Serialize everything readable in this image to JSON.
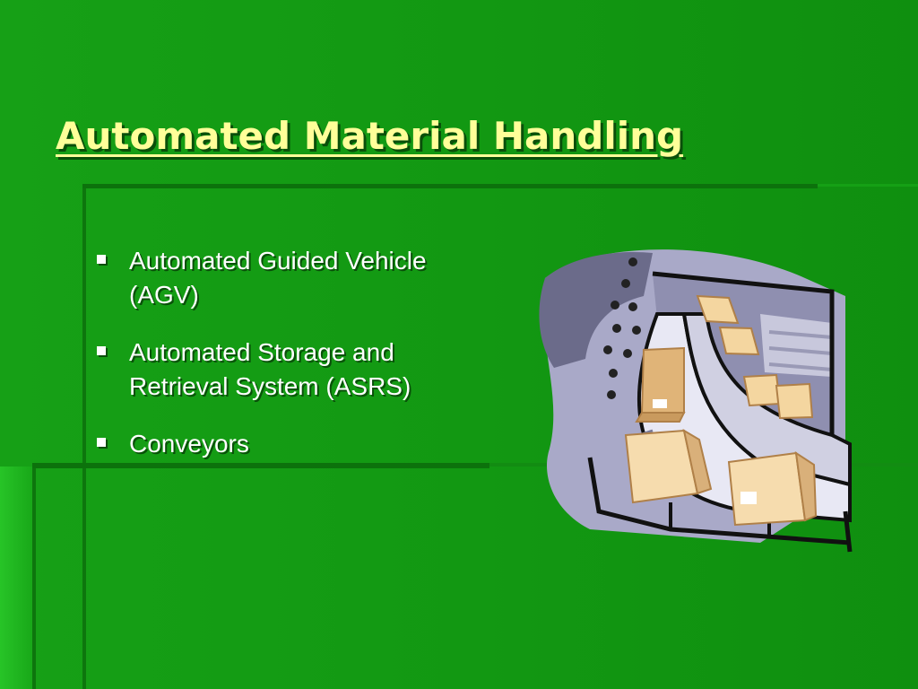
{
  "slide": {
    "title": "Automated Material Handling",
    "bullets": [
      "Automated Guided Vehicle (AGV)",
      "Automated Storage and Retrieval System (ASRS)",
      "Conveyors"
    ],
    "clipart_icon": "conveyor-boxes-clipart"
  },
  "colors": {
    "background": "#129612",
    "title": "#ffff99",
    "text": "#ffffff"
  }
}
